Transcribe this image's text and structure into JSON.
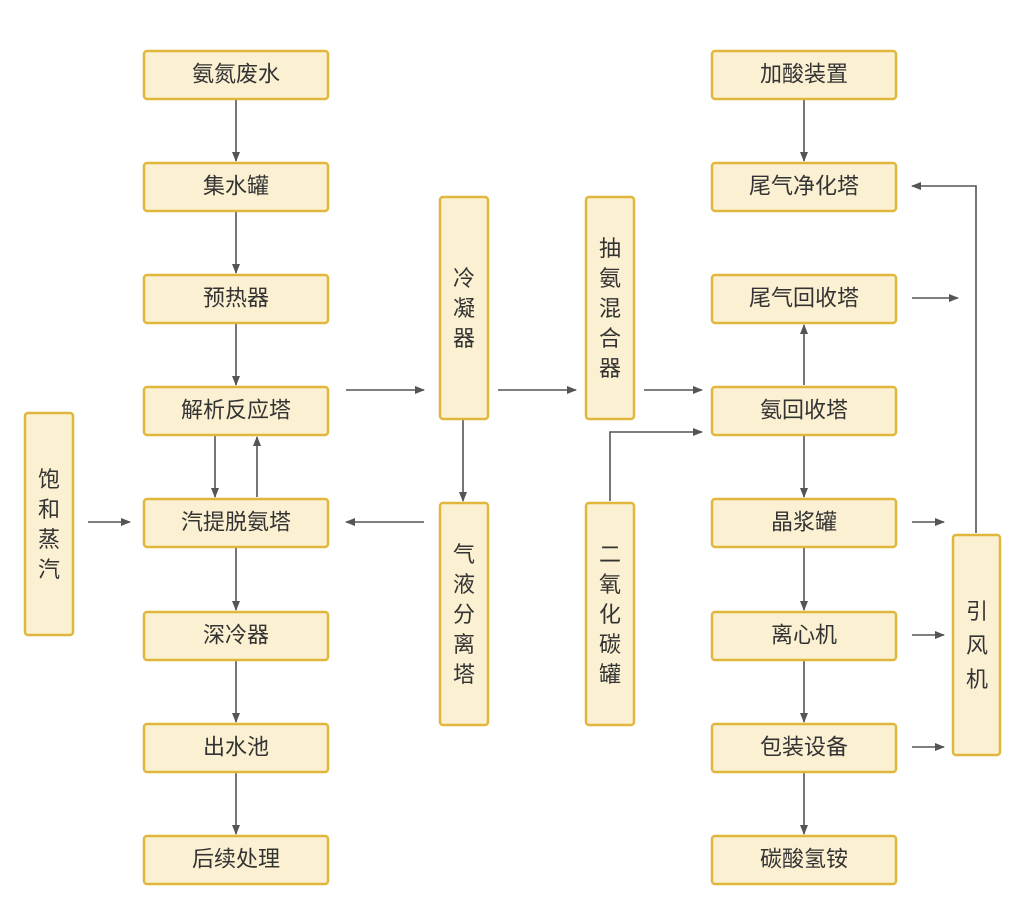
{
  "boxes": {
    "ammonia_wastewater": "氨氮废水",
    "collection_tank": "集水罐",
    "preheater": "预热器",
    "desorption_tower": "解析反应塔",
    "steam_stripping_tower": "汽提脱氨塔",
    "deep_cooler": "深冷器",
    "outlet_pool": "出水池",
    "post_treatment": "后续处理",
    "saturated_steam": "饱和蒸汽",
    "condenser": "冷凝器",
    "gas_liquid_separator": "气液分离塔",
    "ammonia_mixer": "抽氨混合器",
    "co2_tank": "二氧化碳罐",
    "acid_dosing": "加酸装置",
    "tail_gas_purification": "尾气净化塔",
    "tail_gas_recovery": "尾气回收塔",
    "ammonia_recovery": "氨回收塔",
    "crystal_slurry_tank": "晶浆罐",
    "centrifuge": "离心机",
    "packaging": "包装设备",
    "ammonium_bicarbonate": "碳酸氢铵",
    "induced_fan": "引风机"
  },
  "colors": {
    "box_fill": "#FBF0D2",
    "box_border": "#E0B73A",
    "text": "#333333",
    "arrow": "#555555"
  }
}
